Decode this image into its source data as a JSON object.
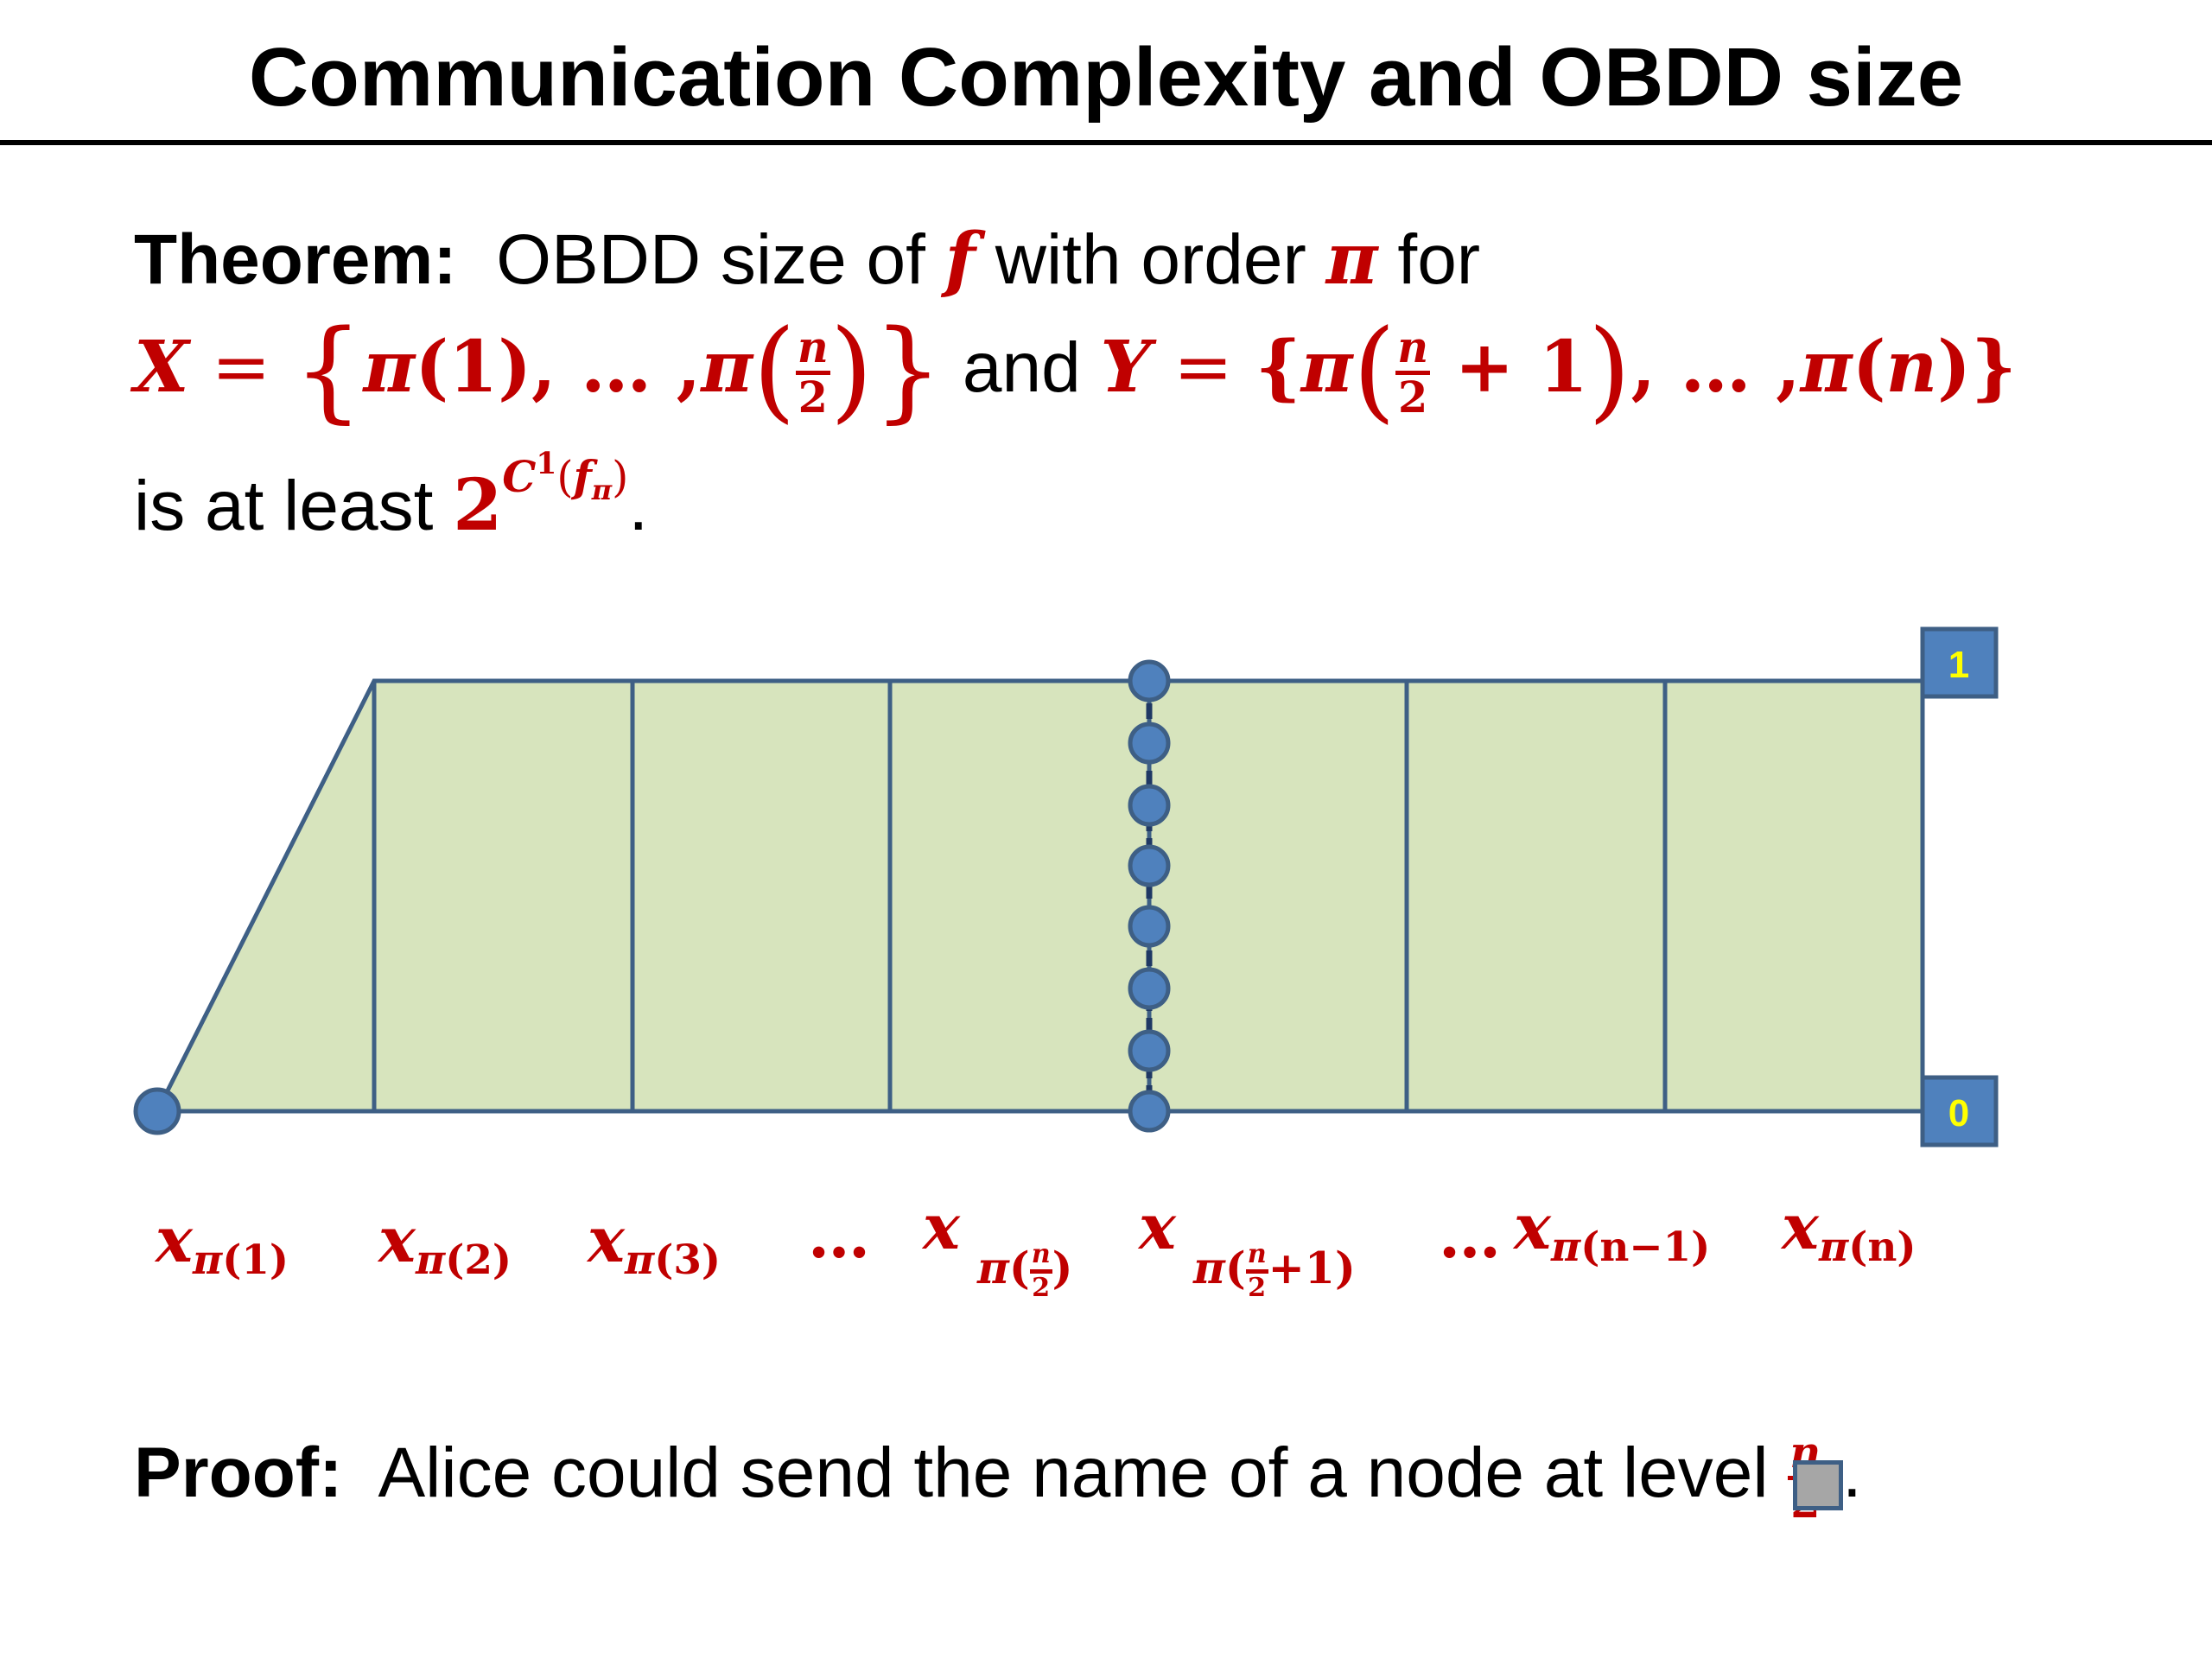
{
  "title": "Communication Complexity and OBDD size",
  "theorem": {
    "label": "Theorem:",
    "text1": "OBDD size of",
    "f": "f",
    "text2": "with order",
    "pi": "π",
    "text3": "for",
    "and": "and",
    "text4": "is at least",
    "period": "."
  },
  "proof": {
    "label": "Proof:",
    "text": "Alice could send the name of a node at level"
  },
  "diagram": {
    "sink_top_label": "1",
    "sink_bottom_label": "0",
    "colors": {
      "fill": "#d7e4bd",
      "stroke": "#3e5f85",
      "node": "#4f81bd",
      "sink_text": "#ffff00",
      "math": "#c00000"
    }
  },
  "labels": {
    "x": "x",
    "pi": "π",
    "ellipsis": "…",
    "l1": "(1)",
    "l2": "(2)",
    "l3": "(3)",
    "ln1": "(n−1)",
    "ln": "(n)"
  }
}
